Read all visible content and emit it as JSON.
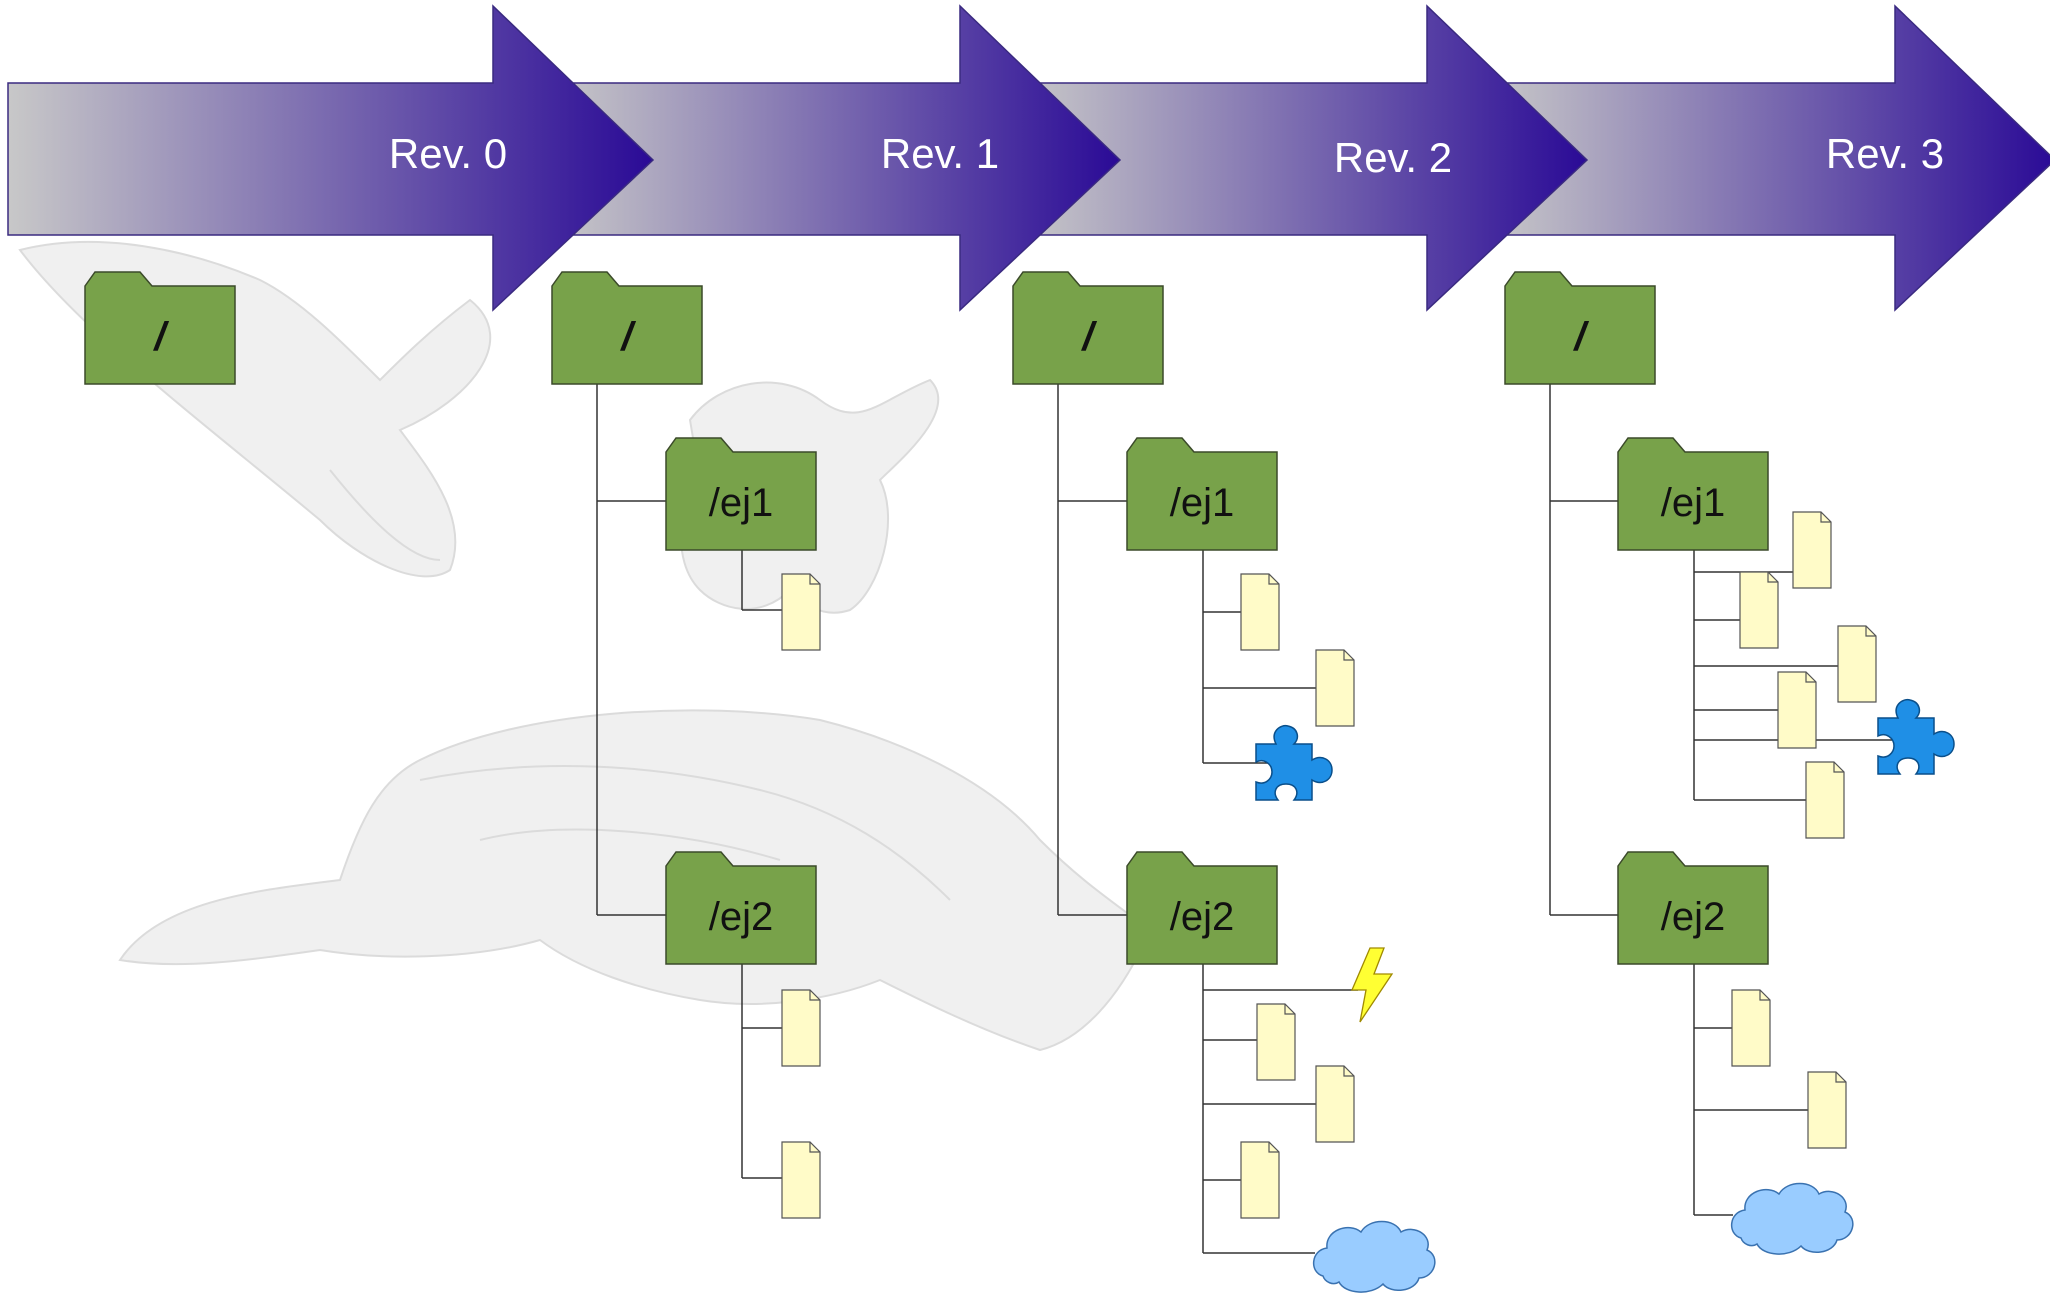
{
  "revisions": [
    {
      "label": "Rev. 0",
      "root": "/",
      "dirs": []
    },
    {
      "label": "Rev. 1",
      "root": "/",
      "dirs": [
        {
          "name": "/ej1",
          "items": [
            "file"
          ]
        },
        {
          "name": "/ej2",
          "items": [
            "file",
            "file"
          ]
        }
      ]
    },
    {
      "label": "Rev. 2",
      "root": "/",
      "dirs": [
        {
          "name": "/ej1",
          "items": [
            "file",
            "file",
            "puzzle"
          ]
        },
        {
          "name": "/ej2",
          "items": [
            "lightning",
            "file",
            "file",
            "file",
            "cloud"
          ]
        }
      ]
    },
    {
      "label": "Rev. 3",
      "root": "/",
      "dirs": [
        {
          "name": "/ej1",
          "items": [
            "file",
            "file",
            "file",
            "file",
            "puzzle",
            "file"
          ]
        },
        {
          "name": "/ej2",
          "items": [
            "file",
            "file",
            "cloud"
          ]
        }
      ]
    }
  ],
  "icons": {
    "file": "document-icon",
    "puzzle": "puzzle-piece-icon",
    "lightning": "lightning-bolt-icon",
    "cloud": "cloud-icon",
    "folder": "folder-icon",
    "background": "sea-turtle-illustration"
  },
  "colors": {
    "arrow_start": "#c8c8c8",
    "arrow_end": "#2a0a96",
    "folder": "#78a24a",
    "folder_stroke": "#3b4a2a",
    "file": "#fffbc8",
    "puzzle": "#1f8fe6",
    "cloud": "#99ccff",
    "lightning": "#ffff33",
    "line": "#333333"
  }
}
